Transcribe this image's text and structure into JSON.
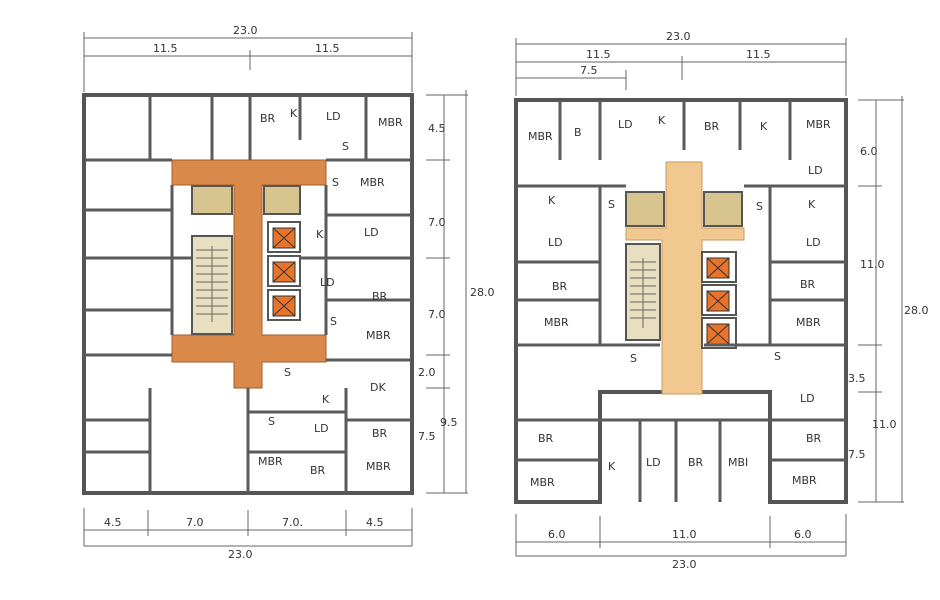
{
  "colors": {
    "corridor_left": "#d9894a",
    "corridor_right": "#f0c890",
    "shaft_fill": "#d8c48e",
    "elevator_fill": "#e8742a",
    "wall": "#5a5a5a",
    "dim_line": "#444444"
  },
  "plans": [
    {
      "id": "plan-a",
      "dims": {
        "top_total": "23.0",
        "top_a": "11.5",
        "top_b": "11.5",
        "bottom_a": "4.5",
        "bottom_b": "7.0",
        "bottom_c": "7.0.",
        "bottom_d": "4.5",
        "bottom_total": "23.0",
        "right_a": "4.5",
        "right_b": "7.0",
        "right_c": "7.0",
        "right_d": "2.0",
        "right_e": "7.5",
        "right_f": "9.5",
        "right_total": "28.0"
      },
      "rooms": [
        "BR",
        "K",
        "LD",
        "MBR",
        "S",
        "S",
        "MBR",
        "K",
        "LD",
        "LD",
        "BR",
        "S",
        "MBR",
        "S",
        "DK",
        "K",
        "BR",
        "S",
        "LD",
        "MBR",
        "BR",
        "MBR"
      ]
    },
    {
      "id": "plan-b",
      "dims": {
        "top_total": "23.0",
        "top_a": "11.5",
        "top_b": "11.5",
        "top_sub": "7.5",
        "bottom_a": "6.0",
        "bottom_b": "11.0",
        "bottom_c": "6.0",
        "bottom_total": "23.0",
        "right_a": "6.0",
        "right_b": "11.0",
        "right_c": "3.5",
        "right_d": "7.5",
        "right_e": "11.0",
        "right_total": "28.0"
      },
      "rooms": [
        "MBR",
        "B",
        "LD",
        "K",
        "BR",
        "K",
        "MBR",
        "LD",
        "K",
        "S",
        "S",
        "K",
        "LD",
        "LD",
        "BR",
        "BR",
        "MBR",
        "MBR",
        "S",
        "S",
        "LD",
        "BR",
        "BR",
        "K",
        "LD",
        "BR",
        "MBI",
        "MBR",
        "MBR"
      ]
    }
  ]
}
